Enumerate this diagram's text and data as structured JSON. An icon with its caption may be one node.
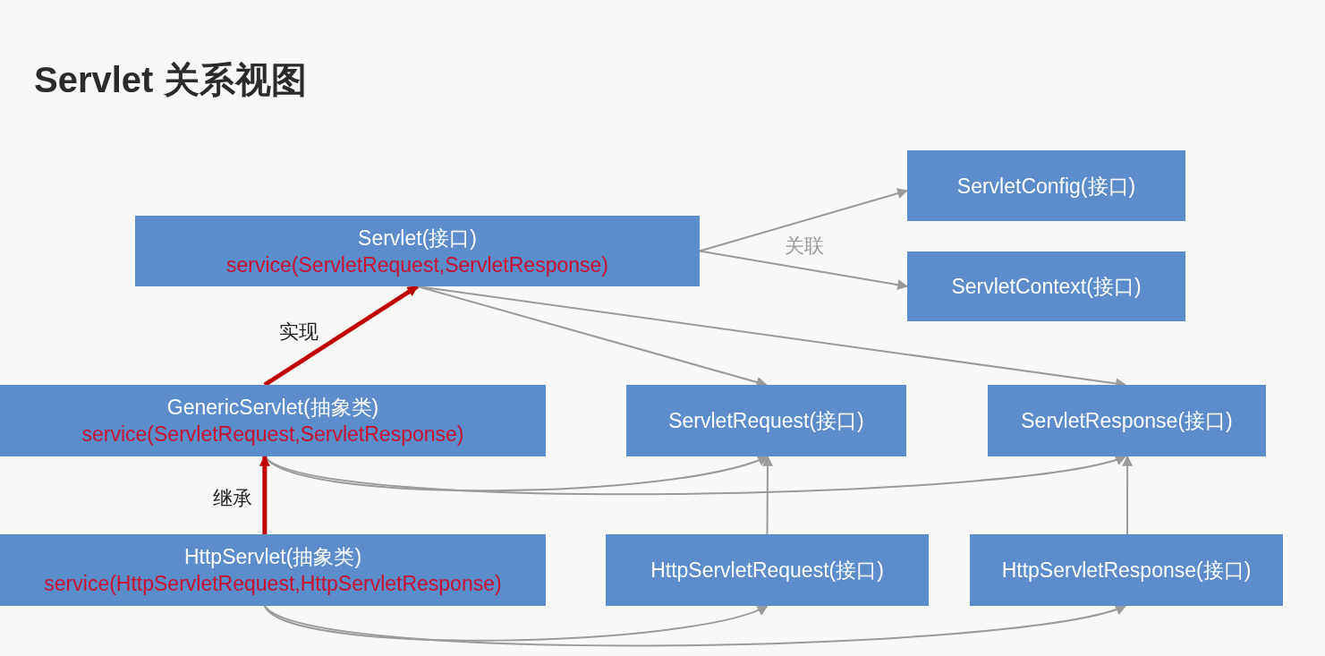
{
  "diagram": {
    "title": "Servlet 关系视图",
    "nodes": [
      {
        "text": [
          "Servlet(接口)",
          "service(ServletRequest,ServletResponse)"
        ]
      },
      {
        "text": [
          "ServletConfig(接口)"
        ]
      },
      {
        "text": [
          "ServletContext(接口)"
        ]
      },
      {
        "text": [
          "GenericServlet(抽象类)",
          "service(ServletRequest,ServletResponse)"
        ]
      },
      {
        "text": [
          "ServletRequest(接口)"
        ]
      },
      {
        "text": [
          "ServletResponse(接口)"
        ]
      },
      {
        "text": [
          "HttpServlet(抽象类)",
          "service(HttpServletRequest,HttpServletResponse)"
        ]
      },
      {
        "text": [
          "HttpServletRequest(接口)"
        ]
      },
      {
        "text": [
          "HttpServletResponse(接口)"
        ]
      }
    ],
    "edges": [
      {
        "from": 0,
        "to": 1,
        "arrow": "to",
        "label": "关联"
      },
      {
        "from": 0,
        "to": 2,
        "arrow": "to"
      },
      {
        "from": 0,
        "to": 4,
        "arrow": "to"
      },
      {
        "from": 0,
        "to": 5,
        "arrow": "to"
      },
      {
        "from": 3,
        "to": 0,
        "arrow": "to",
        "label": "实现",
        "style": "thick",
        "color": "#c00000"
      },
      {
        "from": 3,
        "to": 4,
        "arrow": "to"
      },
      {
        "from": 3,
        "to": 5,
        "arrow": "to"
      },
      {
        "from": 6,
        "to": 3,
        "arrow": "to",
        "label": "继承",
        "style": "thick",
        "color": "#c00000"
      },
      {
        "from": 7,
        "to": 4,
        "arrow": "to"
      },
      {
        "from": 8,
        "to": 5,
        "arrow": "to"
      },
      {
        "from": 6,
        "to": 7,
        "arrow": "to"
      },
      {
        "from": 6,
        "to": 8,
        "arrow": "to"
      }
    ]
  }
}
